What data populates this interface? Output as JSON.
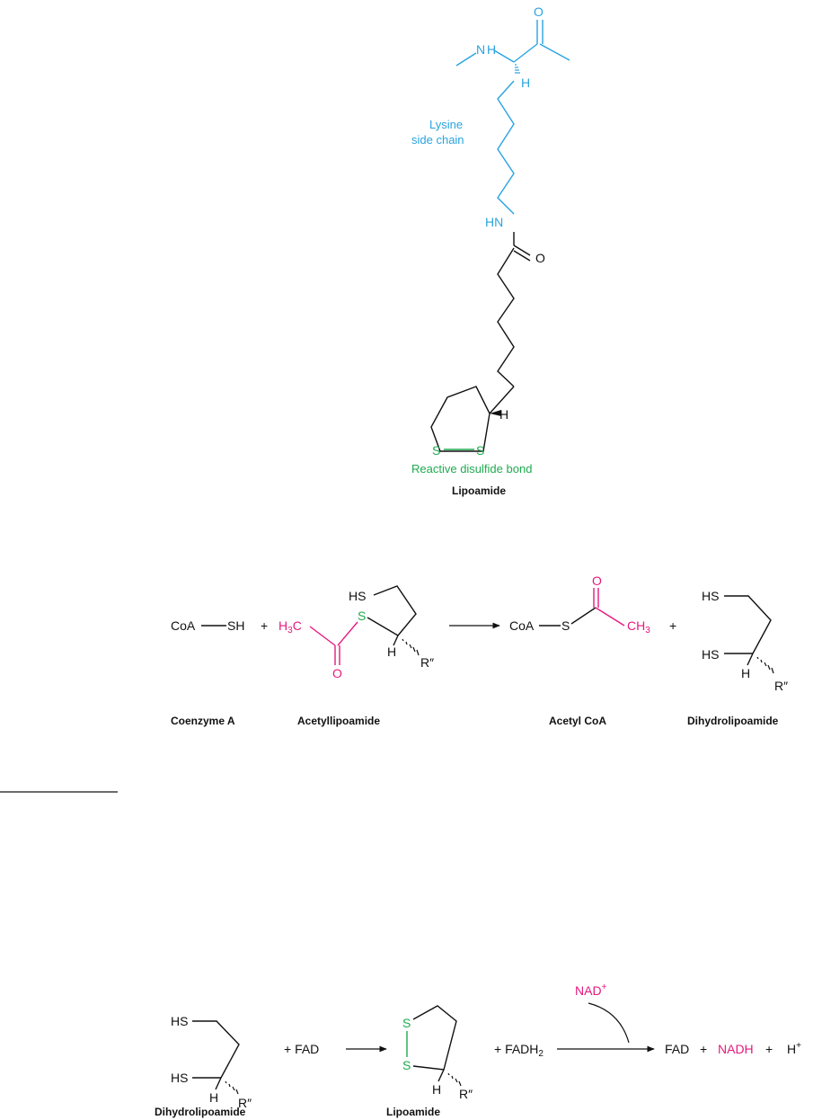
{
  "lipoamide_structure": {
    "atom_n": "N",
    "atom_h_amine": "H",
    "atom_h_alpha": "H",
    "atom_o_top": "O",
    "lysine_label_line1": "Lysine",
    "lysine_label_line2": "side chain",
    "atom_hn": "HN",
    "atom_o_amide": "O",
    "atom_h_ring": "H",
    "atom_s_left": "S",
    "atom_s_right": "S",
    "disulfide_label": "Reactive disulfide bond",
    "name": "Lipoamide"
  },
  "reaction_1": {
    "coa": "CoA",
    "sh": "SH",
    "plus_1": "+",
    "h3c": "H",
    "h3c_sub": "3",
    "h3c_c": "C",
    "s_thioester": "S",
    "o_carbonyl": "O",
    "h_stereo": "H",
    "r_group": "R″",
    "hs_top": "HS",
    "coa_2": "CoA",
    "s_2": "S",
    "o_2": "O",
    "ch3": "CH",
    "ch3_sub": "3",
    "plus_2": "+",
    "hs_a": "HS",
    "hs_b": "HS",
    "h_2": "H",
    "r_group_2": "R″",
    "label_coenzyme_a": "Coenzyme A",
    "label_acetyllipoamide": "Acetyllipoamide",
    "label_acetyl_coa": "Acetyl CoA",
    "label_dihydrolipoamide": "Dihydrolipoamide"
  },
  "reaction_2": {
    "hs_a": "HS",
    "hs_b": "HS",
    "h": "H",
    "r_group": "R″",
    "plus_fad": "+  FAD",
    "s_top": "S",
    "s_bottom": "S",
    "h_2": "H",
    "r_group_2": "R″",
    "plus_fadh2": "+  FADH",
    "fadh2_sub": "2",
    "nad": "NAD",
    "nad_sup": "+",
    "fad": "FAD",
    "plus_a": "+",
    "nadh": "NADH",
    "plus_b": "+",
    "h_plus": "H",
    "h_plus_sup": "+",
    "label_dihydrolipoamide": "Dihydrolipoamide",
    "label_lipoamide": "Lipoamide"
  },
  "colors": {
    "lysine": "#29a3e0",
    "sulfur": "#1faa4f",
    "acetyl": "#e6197e",
    "text": "#111111"
  }
}
